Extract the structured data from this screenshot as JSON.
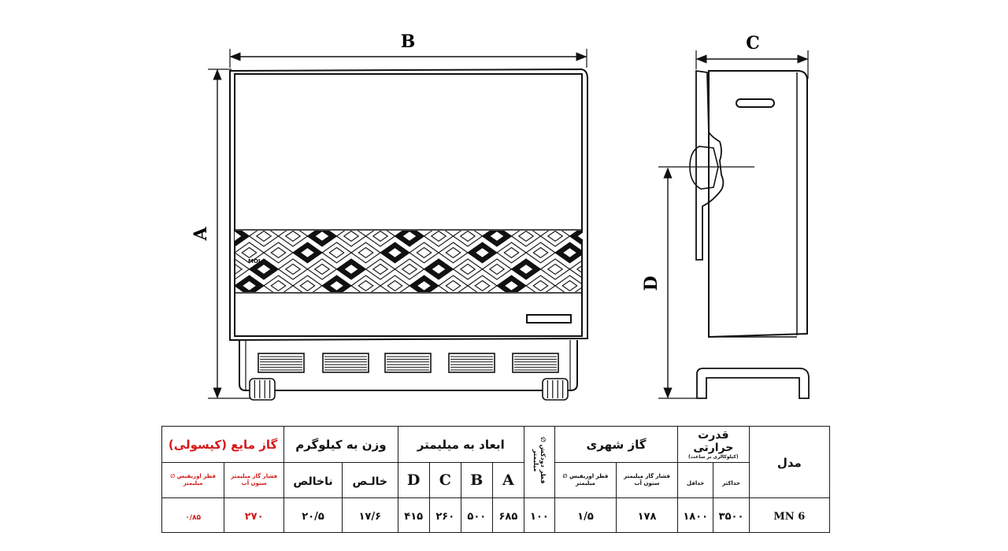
{
  "front_view": {
    "dim_labels": {
      "width": "B",
      "height": "A"
    },
    "badge": "MOLA"
  },
  "side_view": {
    "dim_labels": {
      "depth": "C",
      "gas_inlet_height": "D"
    }
  },
  "table": {
    "model_header": "مدل",
    "thermal_header": "قدرت حرارتی",
    "thermal_sub": "(کیلوکالری بر ساعت)",
    "max_label": "حداکثر",
    "min_label": "حداقل",
    "city_gas_header": "گاز شهری",
    "city_pressure": "فشار گاز میلیمتر ستون آب",
    "city_orifice": "قطر اوریفیس ∅ میلیمتر",
    "flue_header": "قطر دودکش ∅ میلیمتر",
    "dims_header": "ابعاد به میلیمتر",
    "dim_letters": [
      "A",
      "B",
      "C",
      "D"
    ],
    "weight_header": "وزن به کیلوگرم",
    "net_label": "خالـص",
    "gross_label": "ناخالص",
    "lpg_header": "گاز مایع (کپسولی)",
    "lpg_pressure": "فشار گاز میلیمتر ستون آب",
    "lpg_orifice": "قطر اوریفیس ∅ میلیمتر",
    "row": {
      "model": "MN 6",
      "max": "۳۵۰۰",
      "min": "۱۸۰۰",
      "city_pressure": "۱۷۸",
      "city_orifice": "۱/۵",
      "flue": "۱۰۰",
      "A": "۶۸۵",
      "B": "۵۰۰",
      "C": "۲۶۰",
      "D": "۴۱۵",
      "net": "۱۷/۶",
      "gross": "۲۰/۵",
      "lpg_pressure": "۲۷۰",
      "lpg_orifice": "۰/۸۵"
    }
  }
}
